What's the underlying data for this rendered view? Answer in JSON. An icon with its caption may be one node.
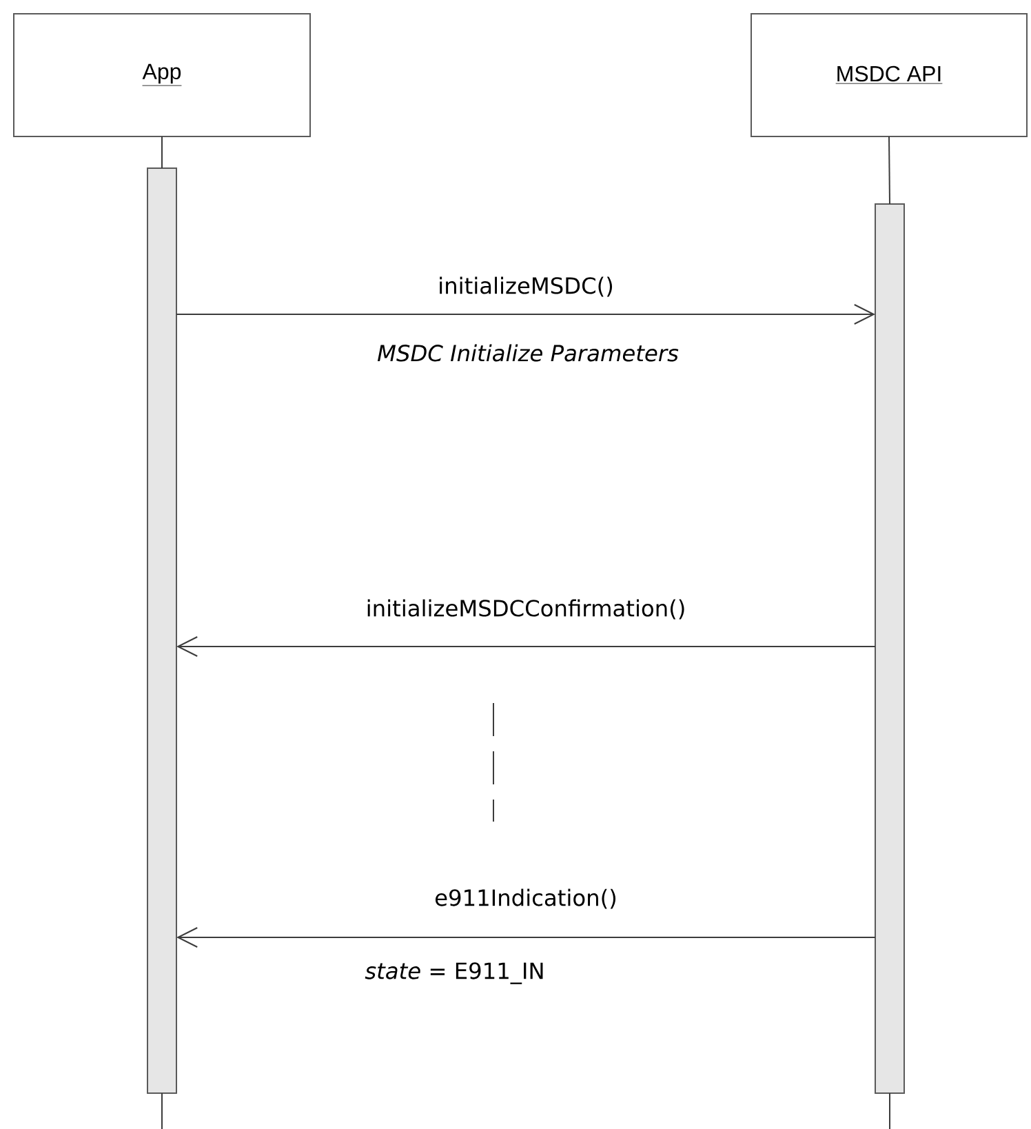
{
  "diagram": {
    "nodes": [
      {
        "text": [
          "App"
        ]
      },
      {
        "text": [
          "MSDC API"
        ]
      },
      {
        "text": [],
        "shape": "bar"
      },
      {
        "text": [],
        "shape": "bar"
      }
    ],
    "edges": [
      {
        "from": 0,
        "to": 2,
        "arrow": "none"
      },
      {
        "from": 1,
        "to": 3,
        "arrow": "none"
      },
      {
        "from": 2,
        "to": 3,
        "arrow": "to",
        "label": "initializeMSDC()"
      },
      {
        "from": 3,
        "to": 2,
        "arrow": "to",
        "label": "initializeMSDCConfirmation()"
      },
      {
        "from": 3,
        "to": 2,
        "arrow": "to",
        "label": "e911Indication()"
      }
    ],
    "labels": [
      "MSDC Initialize Parameters",
      "*state* = E911_IN"
    ]
  }
}
